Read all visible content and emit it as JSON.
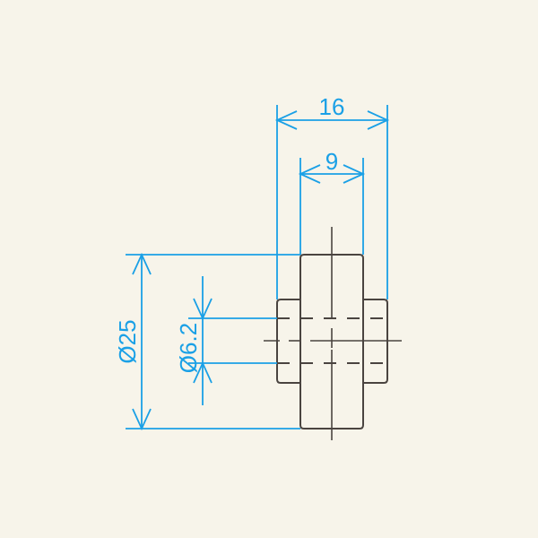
{
  "colors": {
    "background": "#f7f4ea",
    "dimension": "#1aa0e6",
    "outline": "#4a4440"
  },
  "dimensions": {
    "overall_width": "16",
    "inner_width": "9",
    "outer_diameter": "Ø25",
    "bore_diameter": "Ø6.2"
  }
}
